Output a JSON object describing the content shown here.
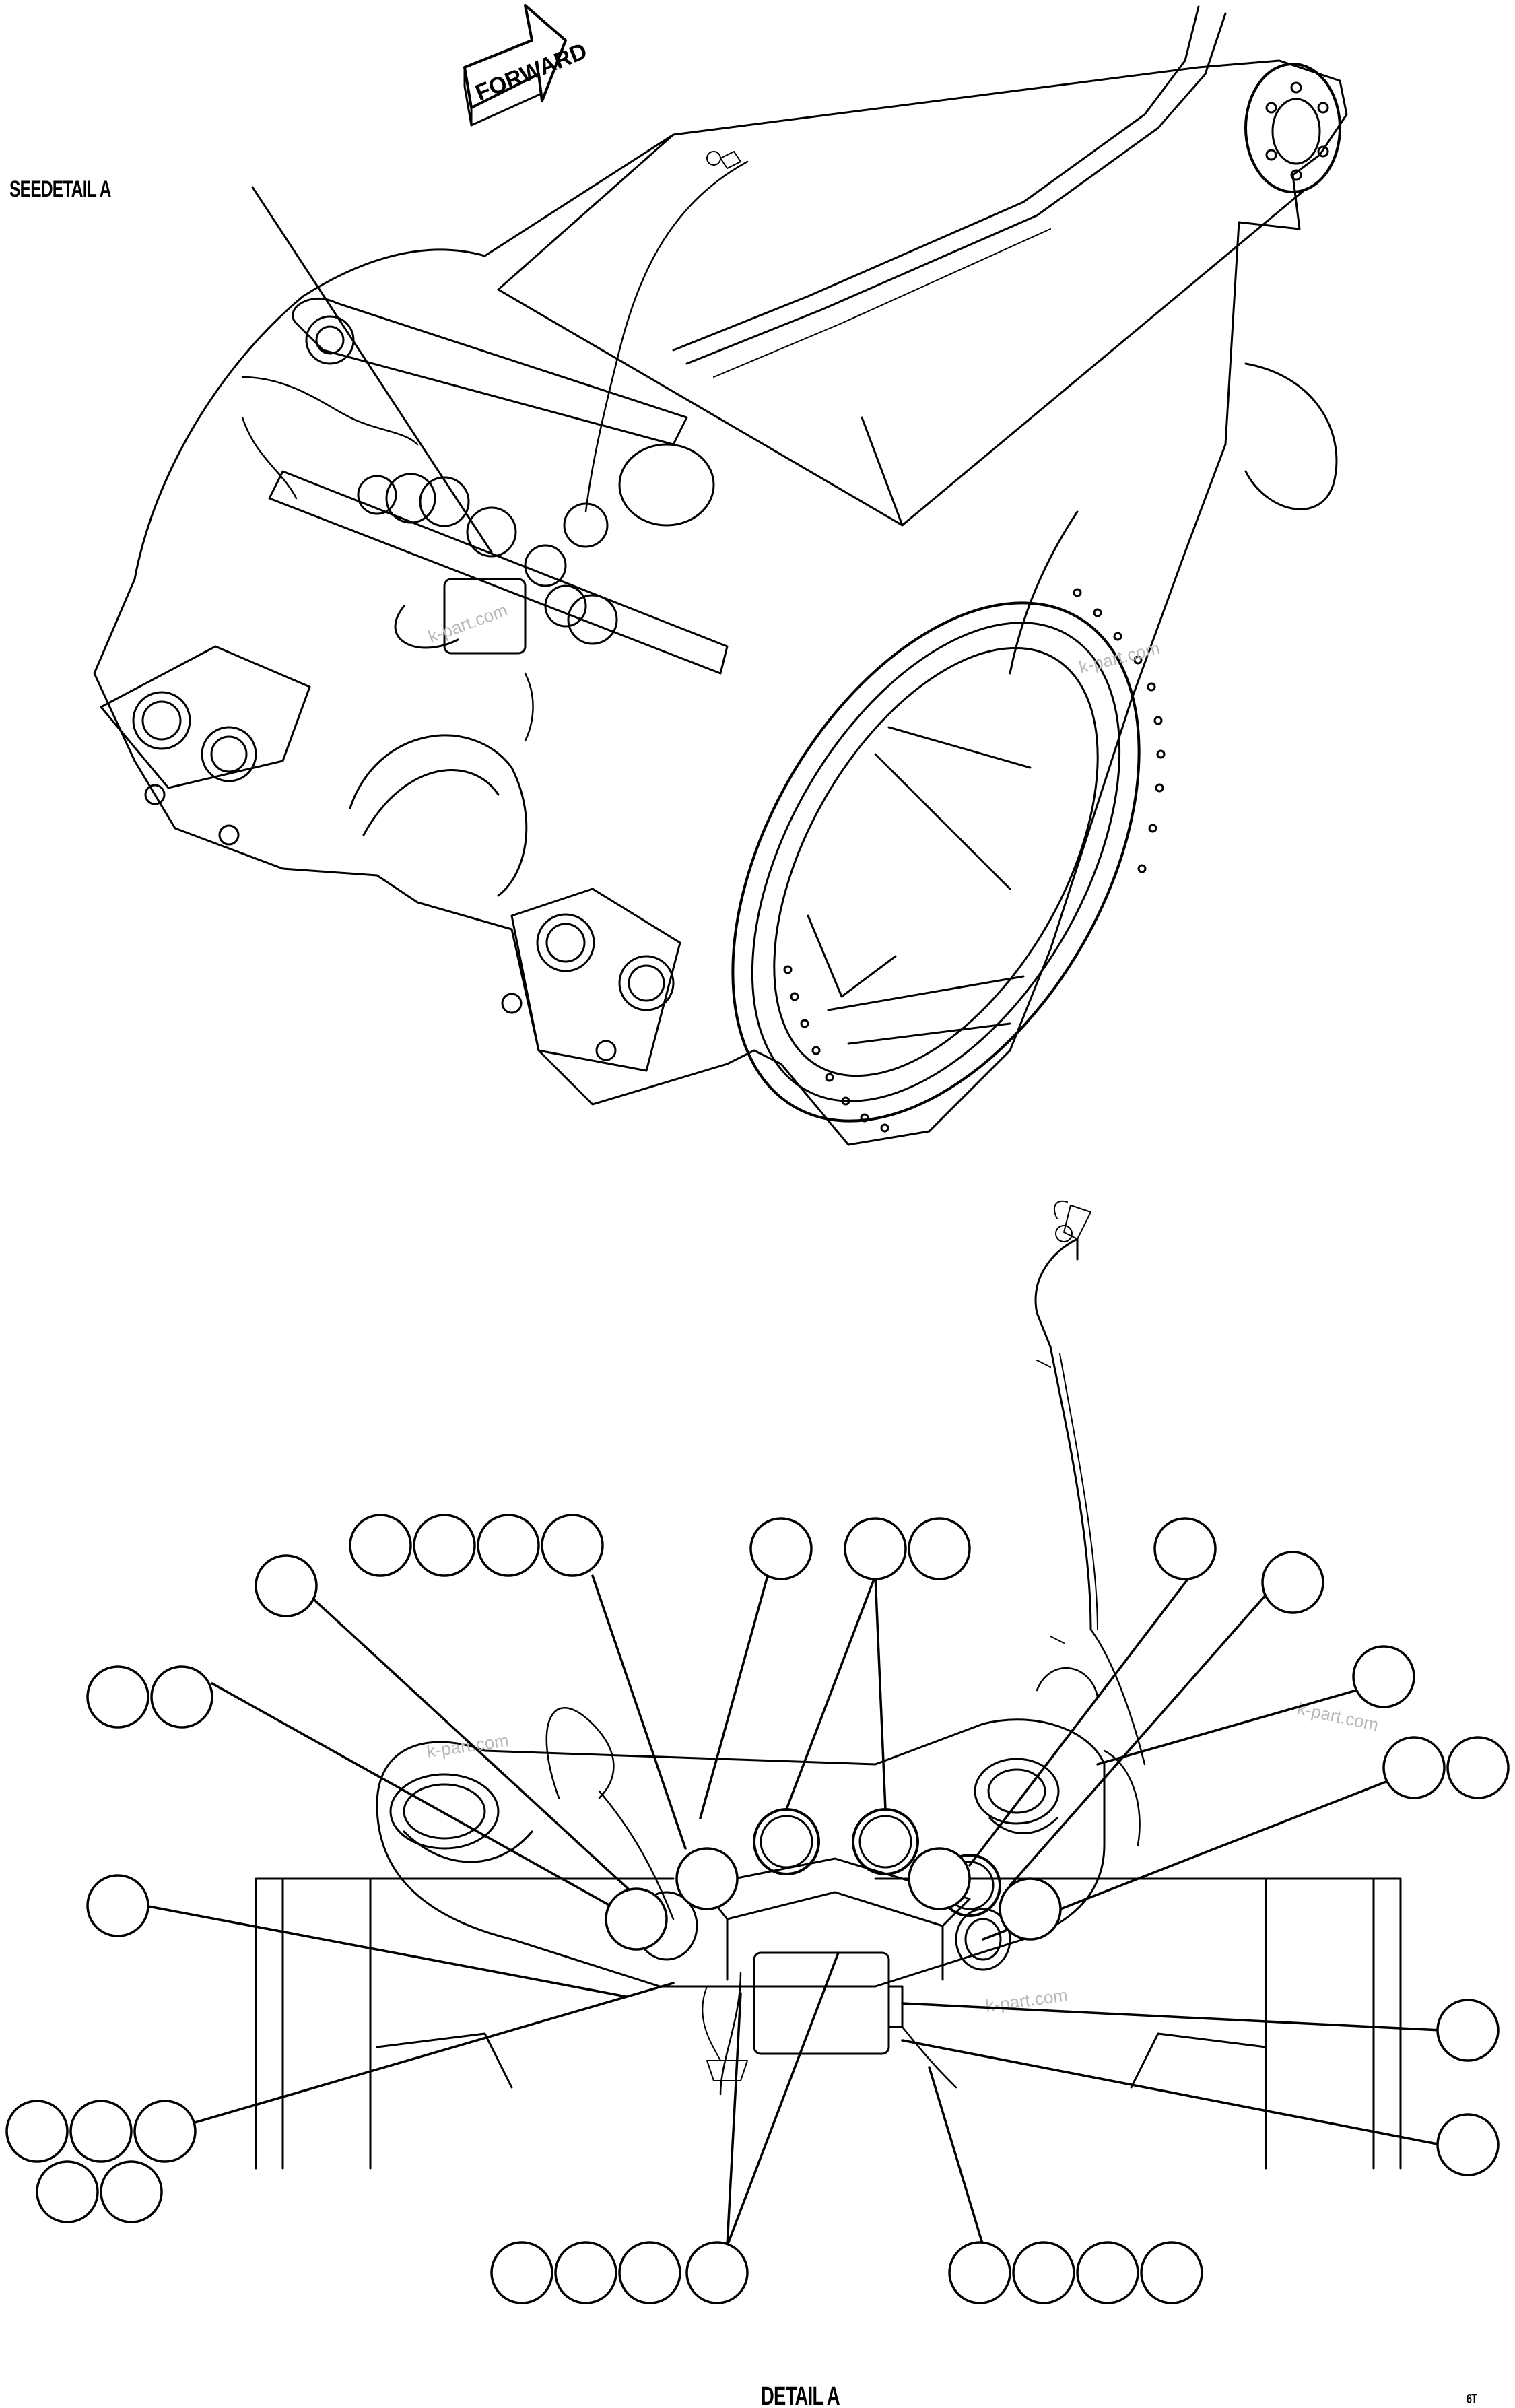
{
  "labels": {
    "see_detail": "SEEDETAIL A",
    "forward_arrow": "FORWARD",
    "detail_title": "DETAIL A",
    "sheet_code": "6T"
  },
  "watermark": "k-part.com",
  "colors": {
    "line": "#000000",
    "background": "#ffffff",
    "watermark": "#b8b8b8"
  },
  "callout_groups": [
    {
      "id": "group-top-left-4",
      "count": 4,
      "label": ""
    },
    {
      "id": "group-top-center-1",
      "count": 1,
      "label": ""
    },
    {
      "id": "group-top-center-2",
      "count": 2,
      "label": ""
    },
    {
      "id": "group-top-right-1",
      "count": 1,
      "label": ""
    },
    {
      "id": "group-left-upper-1",
      "count": 1,
      "label": ""
    },
    {
      "id": "group-left-2",
      "count": 2,
      "label": ""
    },
    {
      "id": "group-left-mid-1",
      "count": 1,
      "label": ""
    },
    {
      "id": "group-left-lower-5",
      "count": 5,
      "label": ""
    },
    {
      "id": "group-right-upper-1",
      "count": 1,
      "label": ""
    },
    {
      "id": "group-right-1",
      "count": 1,
      "label": ""
    },
    {
      "id": "group-right-2",
      "count": 2,
      "label": ""
    },
    {
      "id": "group-right-mid-1",
      "count": 1,
      "label": ""
    },
    {
      "id": "group-right-lower-1",
      "count": 1,
      "label": ""
    },
    {
      "id": "group-bottom-left-4",
      "count": 4,
      "label": ""
    },
    {
      "id": "group-bottom-right-4",
      "count": 4,
      "label": ""
    }
  ]
}
